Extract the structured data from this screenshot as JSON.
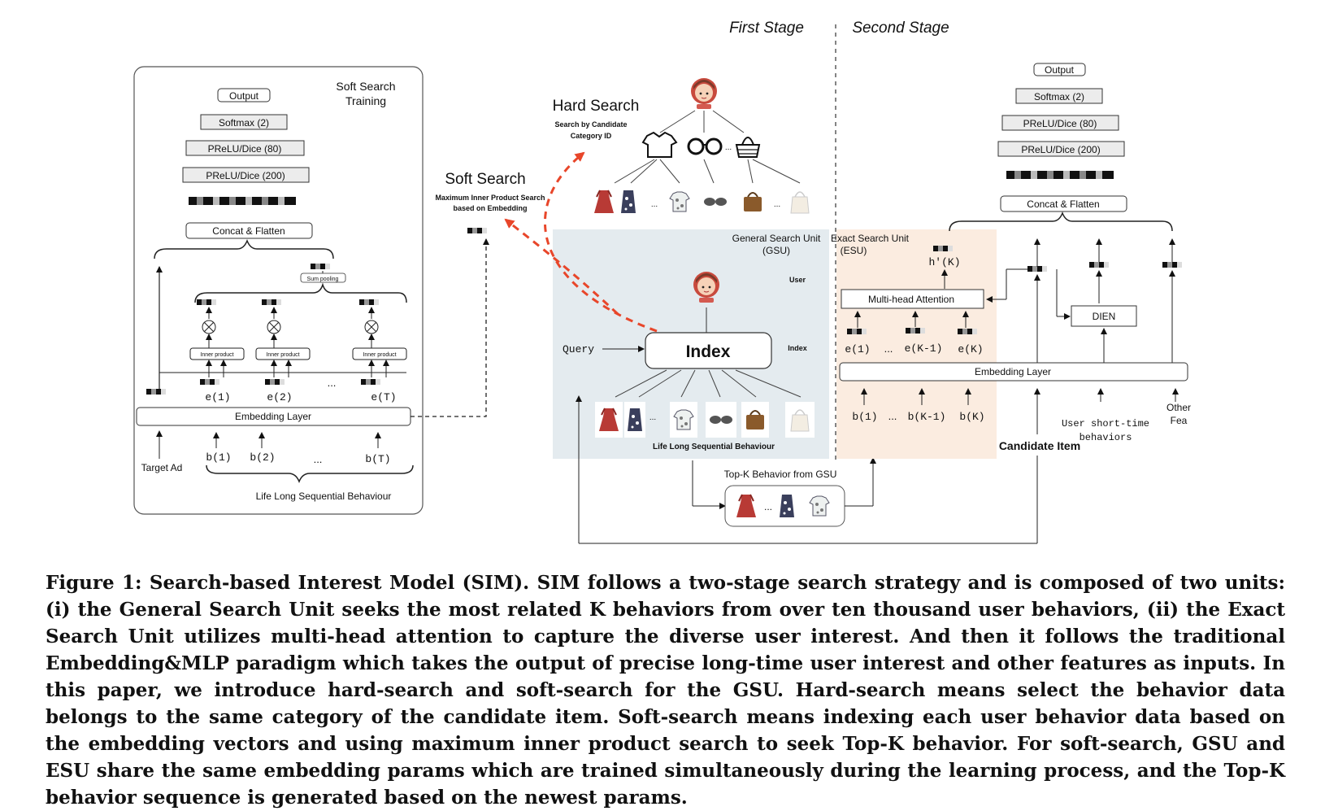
{
  "stage_labels": {
    "first": "First Stage",
    "second": "Second Stage"
  },
  "soft_training": {
    "title_line1": "Soft Search",
    "title_line2": "Training",
    "output": "Output",
    "softmax": "Softmax (2)",
    "prelu80": "PReLU/Dice (80)",
    "prelu200": "PReLU/Dice (200)",
    "concat": "Concat & Flatten",
    "sum_pooling": "Sum pooling",
    "inner_product": "Inner product",
    "embedding": "Embedding Layer",
    "e_labels": [
      "e(1)",
      "e(2)",
      "...",
      "e(T)"
    ],
    "b_labels": [
      "b(1)",
      "b(2)",
      "...",
      "b(T)"
    ],
    "target_ad": "Target Ad",
    "lifelong": "Life Long Sequential Behaviour"
  },
  "search": {
    "hard_title": "Hard Search",
    "hard_sub1": "Search by Candidate",
    "hard_sub2": "Category ID",
    "soft_title": "Soft Search",
    "soft_sub1": "Maximum Inner Product Search",
    "soft_sub2": "based on Embedding"
  },
  "gsu": {
    "title_line1": "General Search Unit",
    "title_line2": "(GSU)",
    "user": "User",
    "index_label": "Index",
    "index_box": "Index",
    "query": "Query",
    "lifelong": "Life Long Sequential Behaviour",
    "topk": "Top-K Behavior from GSU",
    "ellipsis": "..."
  },
  "esu": {
    "title_line1": "Exact Search Unit",
    "title_line2": "(ESU)",
    "hk": "h′(K)",
    "mha": "Multi-head Attention",
    "e_labels": [
      "e(1)",
      "...",
      "e(K-1)",
      "e(K)"
    ],
    "b_labels": [
      "b(1)",
      "...",
      "b(K-1)",
      "b(K)"
    ]
  },
  "right": {
    "output": "Output",
    "softmax": "Softmax (2)",
    "prelu80": "PReLU/Dice (80)",
    "prelu200": "PReLU/Dice (200)",
    "concat": "Concat & Flatten",
    "dien": "DIEN",
    "embedding": "Embedding Layer",
    "candidate": "Candidate Item",
    "short_time_1": "User short-time",
    "short_time_2": "behaviors",
    "other_1": "Other",
    "other_2": "Fea"
  },
  "colors": {
    "gsu_bg": "#e4ebef",
    "esu_bg": "#fbece0",
    "red_arrow": "#e8462a"
  },
  "caption": "Figure 1: Search-based Interest Model (SIM). SIM follows a two-stage search strategy and is composed of two units: (i) the General Search Unit seeks the most related K behaviors from over ten thousand user behaviors, (ii) the Exact Search Unit utilizes multi-head attention to capture the diverse user interest. And then it follows the traditional Embedding&MLP paradigm which takes the output of precise long-time user interest and other features as inputs. In this paper, we introduce hard-search and soft-search for the GSU. Hard-search means select the behavior data belongs to the same category of the candidate item. Soft-search means indexing each user behavior data based on the embedding vectors and using maximum inner product search to seek Top-K behavior. For soft-search, GSU and ESU share the same embedding params which are trained simultaneously during the learning process, and the Top-K behavior sequence is generated based on the newest params."
}
